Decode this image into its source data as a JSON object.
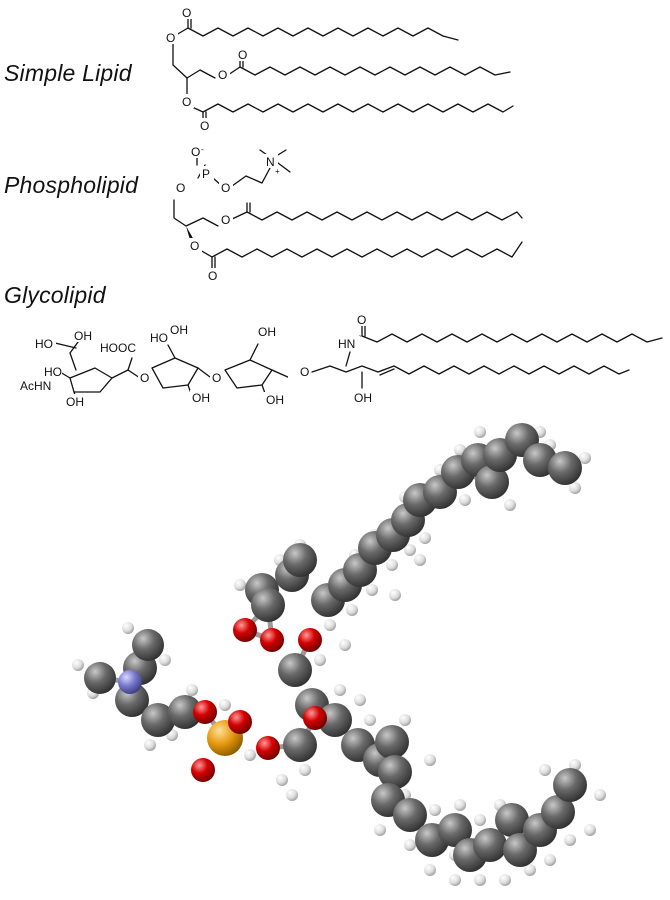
{
  "labels": {
    "simple": "Simple Lipid",
    "phospho": "Phospholipid",
    "glyco": "Glycolipid"
  },
  "atoms": {
    "O": "O",
    "P": "P",
    "N": "N",
    "plus": "+",
    "minus": "-",
    "HN": "HN",
    "OH": "OH",
    "HO": "HO",
    "HOOC": "HOOC",
    "AcHN": "AcHN"
  },
  "colors": {
    "carbon": "#5f5f5f",
    "hydrogen": "#e6e6e6",
    "oxygen": "#d40000",
    "nitrogen": "#7777cc",
    "phosphorus": "#e69a10",
    "line": "#111111"
  }
}
